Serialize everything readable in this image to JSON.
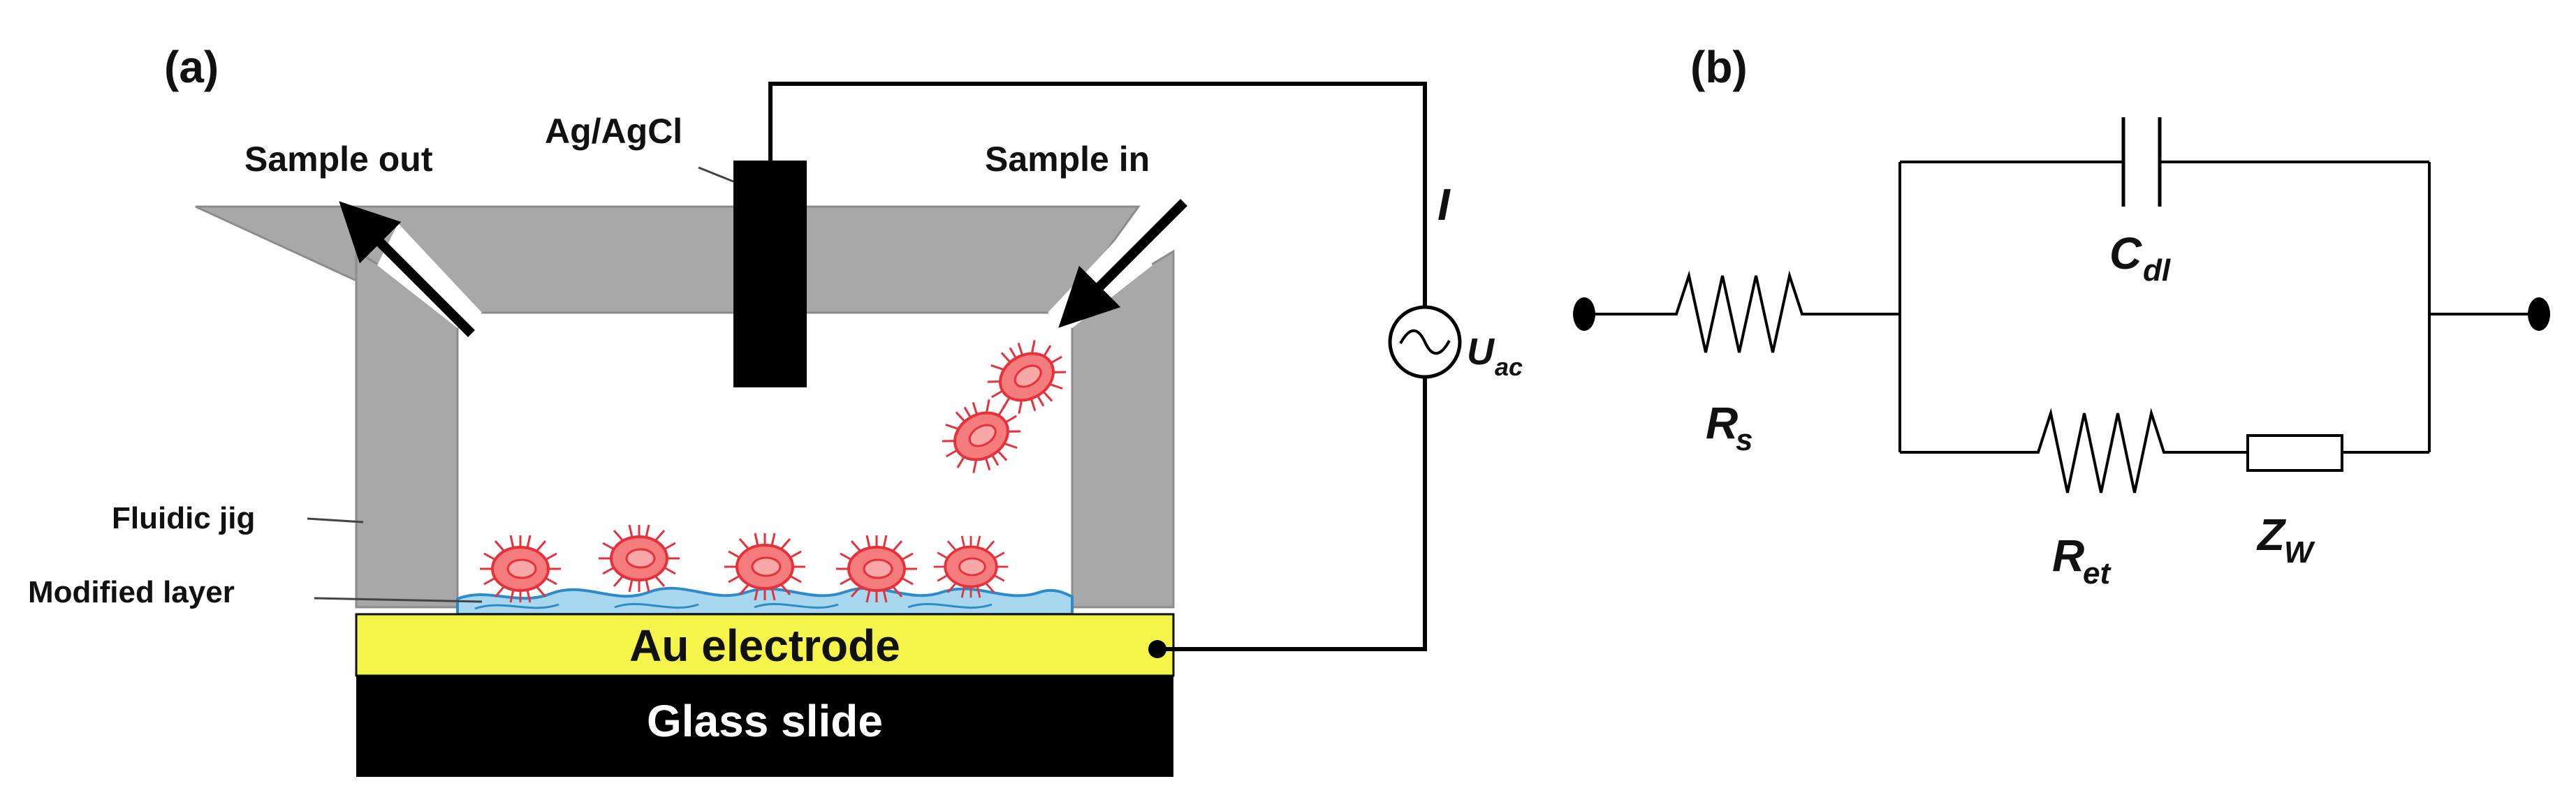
{
  "panel_a": {
    "tag": "(a)",
    "labels": {
      "reference_electrode": "Ag/AgCl",
      "sample_out": "Sample out",
      "sample_in": "Sample in",
      "fluidic_jig": "Fluidic jig",
      "modified_layer": "Modified layer",
      "au_electrode": "Au electrode",
      "glass_slide": "Glass slide",
      "current_symbol": "I",
      "voltage_symbol": "U",
      "voltage_subscript": "ac"
    }
  },
  "panel_b": {
    "tag": "(b)",
    "components": {
      "rs": {
        "symbol": "R",
        "subscript": "s"
      },
      "cdl": {
        "symbol": "C",
        "subscript": "dl"
      },
      "ret": {
        "symbol": "R",
        "subscript": "et"
      },
      "zw": {
        "symbol": "Z",
        "subscript": "W"
      }
    }
  },
  "colors": {
    "jig_gray": "#a8a8a8",
    "electrode_yellow": "#f4f44a",
    "glass_black": "#000000",
    "cell_fill": "#f47c7c",
    "cell_stroke": "#e8303a",
    "layer_blue": "#a8d8f0"
  }
}
